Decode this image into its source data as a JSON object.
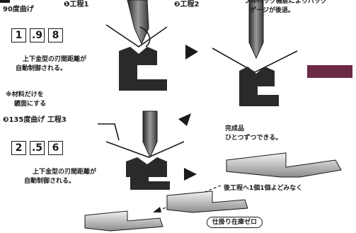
{
  "section": {
    "header": "90度曲げ"
  },
  "steps": {
    "step1": "❶工程1",
    "step2": "❷工程2",
    "step3": "❸135度曲げ 工程3"
  },
  "top_right_note": [
    "ブルバック機能によりバック",
    "ゲージが後退。"
  ],
  "display1": {
    "digits": [
      "1",
      ".9",
      "8"
    ]
  },
  "display2": {
    "digits": [
      "2",
      ".5",
      "6"
    ]
  },
  "notes": {
    "auto_control_1": [
      "上下金型の刃間距離が",
      "自動制御される。"
    ],
    "material_note": [
      "※材料だけを",
      "鏡面にする"
    ],
    "auto_control_2": [
      "上下金型の刃間距離が",
      "自動制御される。"
    ],
    "finished": [
      "完成品",
      "ひとつずつできる。"
    ],
    "next_process": "後工程へ1個1個よどみなく",
    "no_wip": "仕掛り在庫ゼロ"
  },
  "colors": {
    "ink": "#1a1a1a",
    "material_bar": "#6b2a45",
    "gray": "#8a8a8a"
  }
}
